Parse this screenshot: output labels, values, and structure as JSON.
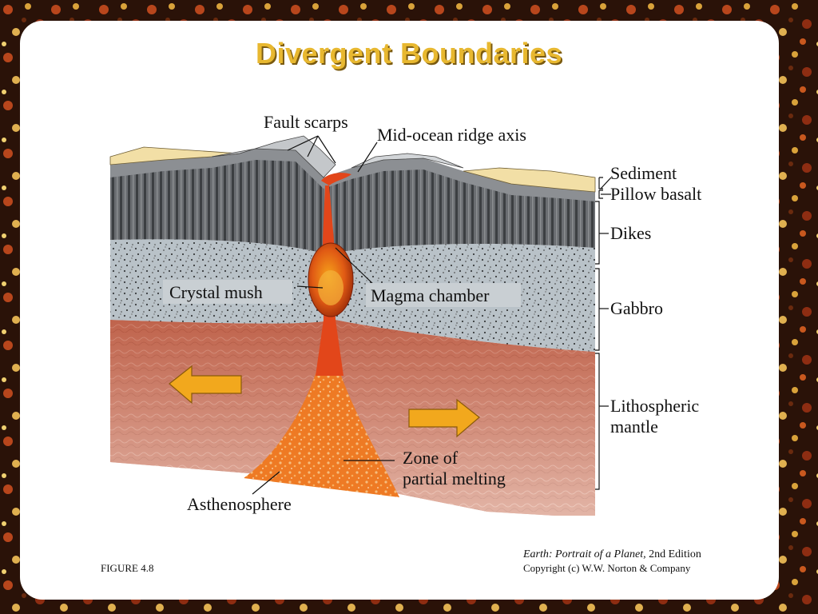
{
  "slide_title": "Divergent Boundaries",
  "labels": {
    "fault_scarps": "Fault scarps",
    "mid_ocean_ridge_axis": "Mid-ocean ridge axis",
    "sediment": "Sediment",
    "pillow_basalt": "Pillow basalt",
    "dikes": "Dikes",
    "gabbro": "Gabbro",
    "lithospheric_mantle_1": "Lithospheric",
    "lithospheric_mantle_2": "mantle",
    "crystal_mush": "Crystal mush",
    "magma_chamber": "Magma chamber",
    "zone_of_partial_melting_1": "Zone of",
    "zone_of_partial_melting_2": "partial melting",
    "asthenosphere": "Asthenosphere"
  },
  "figure_number": "FIGURE 4.8",
  "credit": {
    "book_title": "Earth: Portrait of a Planet,",
    "edition": " 2nd Edition",
    "copyright": "Copyright (c) W.W. Norton & Company"
  },
  "colors": {
    "title": "#e8b830",
    "mantle": "#c96a4e",
    "gabbro": "#b9c2c8",
    "dikes": "#5c5f63",
    "sediment": "#f2dfa6",
    "magma": "#e8501c",
    "arrow": "#f2a81d"
  }
}
